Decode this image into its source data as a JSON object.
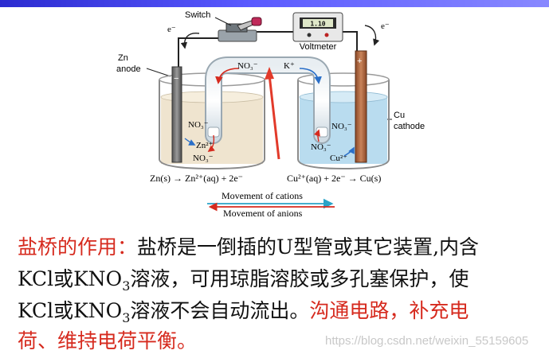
{
  "colors": {
    "cations_arrow": "#2aa3c8",
    "anions_arrow": "#d62a1e",
    "paragraph_red": "#d62a1e",
    "zn_solution": "#efe4cf",
    "cu_solution": "#b9dcef",
    "copper_electrode": "#b4683f",
    "header_bar": "#3c3ce0"
  },
  "diagram": {
    "switch_label": "Switch",
    "voltmeter_label": "Voltmeter",
    "voltmeter_reading": "1.10",
    "electron_left": "e⁻",
    "electron_right": "e⁻",
    "anode_label_line1": "Zn",
    "anode_label_line2": "anode",
    "cathode_label_line1": "Cu",
    "cathode_label_line2": "cathode",
    "minus_sign": "−",
    "plus_sign": "+",
    "bridge_no3": "NO₃⁻",
    "bridge_k": "K⁺",
    "left_no3_tube": "NO₃⁻",
    "left_zn2": "Zn²⁺",
    "left_no3_bottom": "NO₃⁻",
    "right_no3_side": "NO₃⁻",
    "right_no3_tube": "NO₃⁻",
    "right_cu2": "Cu²⁺",
    "eq_left": "Zn(s) → Zn²⁺(aq) + 2e⁻",
    "eq_right": "Cu²⁺(aq) + 2e⁻ → Cu(s)",
    "legend_cations": "Movement of cations",
    "legend_anions": "Movement of anions"
  },
  "text": {
    "p1_red": "盐桥的作用：",
    "p1_black": "盐桥是一倒插的U型管或其它装置,内含",
    "p2_a": "KCl或KNO",
    "p2_sub": "3",
    "p2_b": "溶液，可用琼脂溶胶或多孔塞保护，使",
    "p3_a": "KCl或KNO",
    "p3_sub": "3",
    "p3_b": "溶液不会自动流出。",
    "p3_red": "沟通电路，补充电",
    "p4_red": "荷、维持电荷平衡。"
  },
  "watermark": "https://blog.csdn.net/weixin_55159605"
}
